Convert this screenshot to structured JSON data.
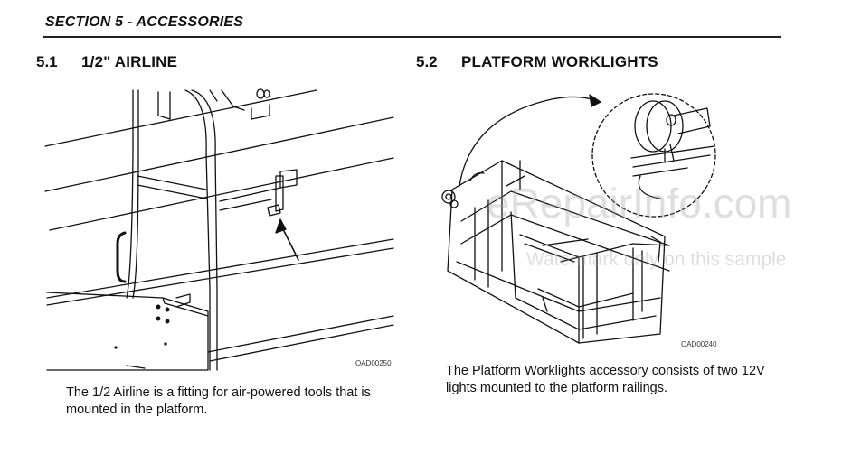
{
  "page": {
    "section_header": "SECTION 5 - ACCESSORIES"
  },
  "sections": [
    {
      "number": "5.1",
      "title": "1/2\" AIRLINE",
      "figure_code": "OAD00250",
      "description": "The 1/2 Airline is a fitting for air-powered tools that is mounted in the platform."
    },
    {
      "number": "5.2",
      "title": "PLATFORM WORKLIGHTS",
      "figure_code": "OAD00240",
      "description": "The Platform Worklights accessory consists of two 12V lights mounted to the platform railings."
    }
  ],
  "watermark": {
    "main": "eRepairInfo.com",
    "sub": "Watermark only on this sample"
  }
}
